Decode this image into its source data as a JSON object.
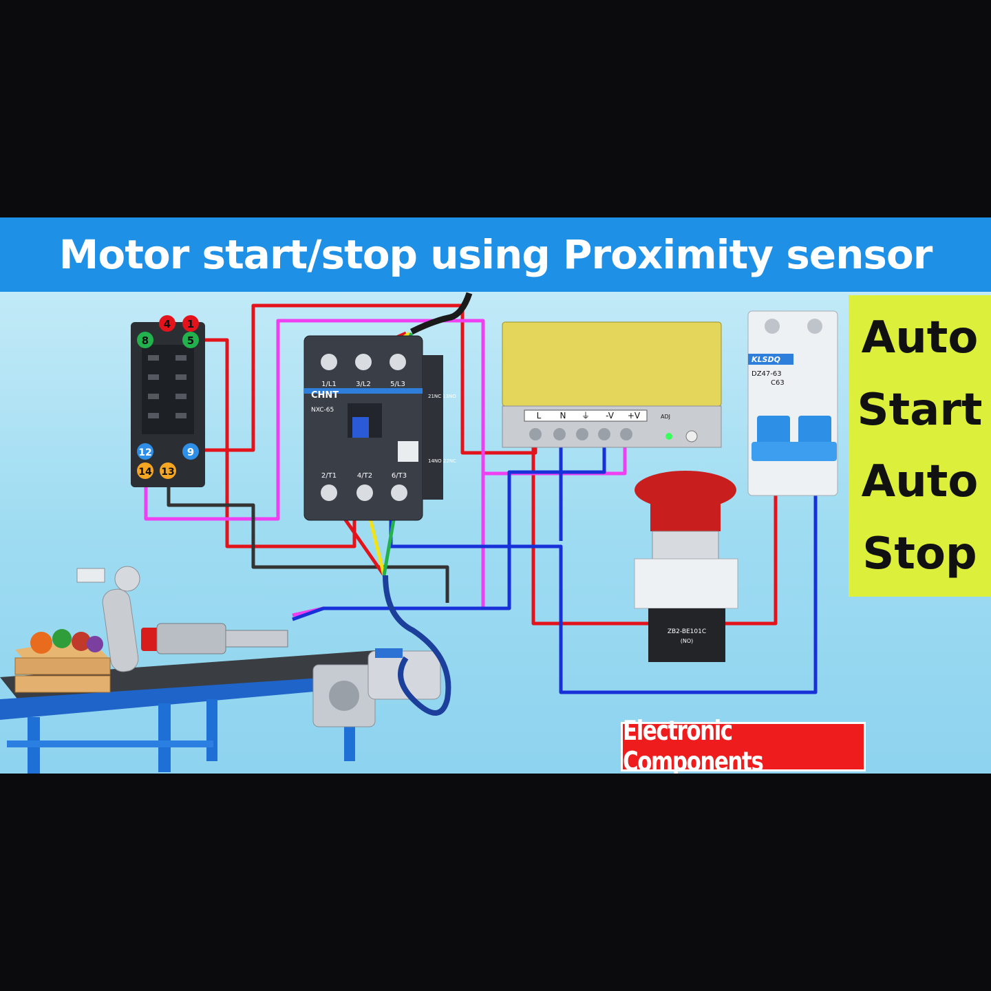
{
  "title": "Motor start/stop using Proximity sensor",
  "side_panel": [
    "Auto",
    "Start",
    "Auto",
    "Stop"
  ],
  "brand_badge": "Electronic Components",
  "relay": {
    "terminals": [
      "4",
      "1",
      "8",
      "5",
      "12",
      "9",
      "14",
      "13"
    ]
  },
  "contactor": {
    "brand": "CHNT",
    "model": "NXC-65",
    "top_terminals": [
      "1/L1",
      "3/L2",
      "5/L3"
    ],
    "bottom_terminals": [
      "2/T1",
      "4/T2",
      "6/T3"
    ],
    "aux_top": "21NC 13NO",
    "aux_bottom": "14NO 22NC"
  },
  "power_supply": {
    "terminals": [
      "L",
      "N",
      "⏚",
      "-V",
      "+V"
    ],
    "adj": "ADJ"
  },
  "breaker": {
    "brand": "KLSDQ",
    "model": "DZ47-63",
    "rating": "C63"
  },
  "push_button": {
    "model": "ZB2-BE101C",
    "contact": "(NO)"
  },
  "colors": {
    "title_bar": "#1e90e6",
    "side_panel": "#dcef3a",
    "wire_red": "#e3131b",
    "wire_blue": "#1730d8",
    "wire_magenta": "#ee3ff0",
    "wire_black": "#333333",
    "wire_yellow": "#f2e21a",
    "wire_green": "#22b14c",
    "badge": "#ee1c1c"
  }
}
